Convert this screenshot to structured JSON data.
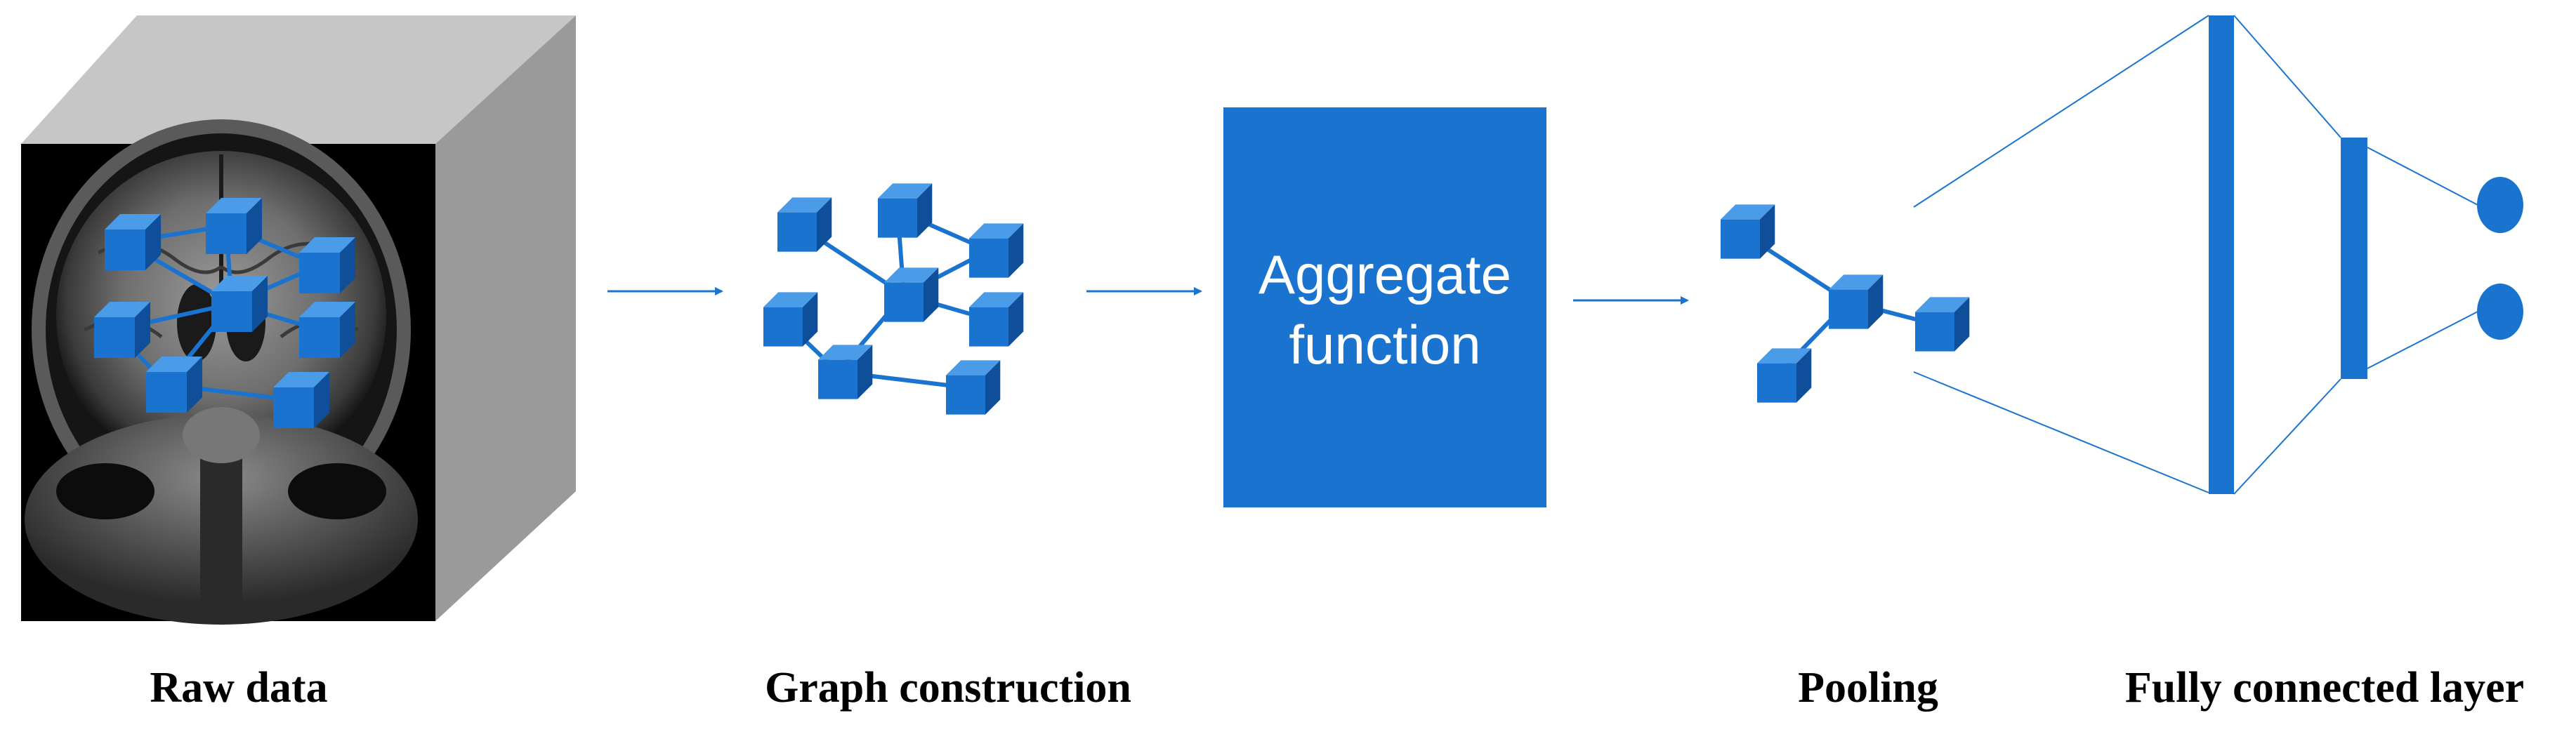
{
  "colors": {
    "accent": "#1a74cf",
    "node_top": "#4a9be8",
    "node_side": "#0f4f99",
    "cube_top": "#c6c6c6",
    "cube_side": "#9a9a9a",
    "mri_bg": "#000000"
  },
  "captions": {
    "raw_data": "Raw data",
    "graph_construction": "Graph construction",
    "pooling": "Pooling",
    "fully_connected": "Fully connected layer"
  },
  "aggregate": {
    "line1": "Aggregate",
    "line2": "function"
  },
  "icons": {
    "arrows": [
      "arrow-right-icon",
      "arrow-right-icon",
      "arrow-right-icon"
    ],
    "node": "cube-node-icon"
  },
  "fc_outputs": 2
}
